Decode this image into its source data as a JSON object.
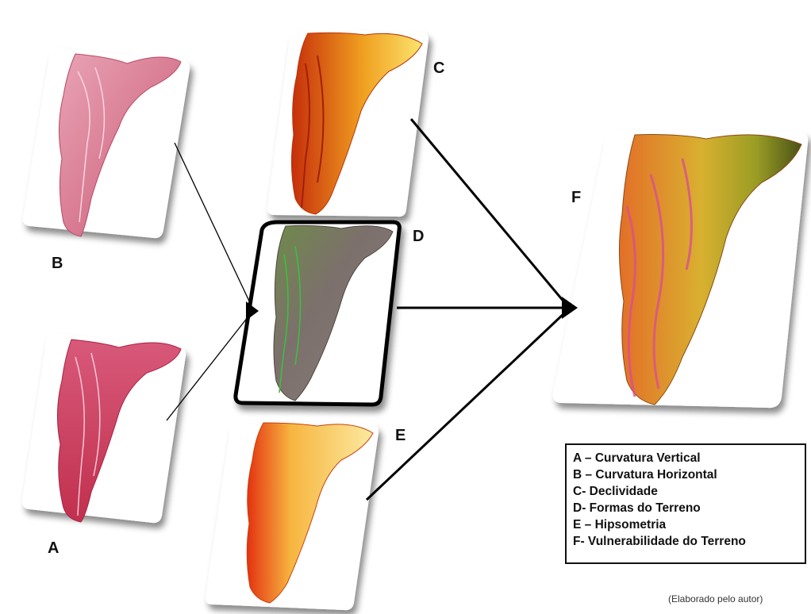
{
  "labels": {
    "a": "A",
    "b": "B",
    "c": "C",
    "d": "D",
    "e": "E",
    "f": "F"
  },
  "legend": [
    "A – Curvatura Vertical",
    "B – Curvatura Horizontal",
    "C- Declividade",
    "D- Formas do Terreno",
    "E – Hipsometria",
    "F- Vulnerabilidade do Terreno"
  ],
  "credit": "(Elaborado pelo autor)",
  "colors": {
    "curvature": "#d9778f",
    "slope_dark": "#c0300c",
    "slope_light": "#f7e06a",
    "landform": "#7a6f6a",
    "hypsometry": "#f3e08a",
    "vulnerability": "#e98a1e"
  }
}
